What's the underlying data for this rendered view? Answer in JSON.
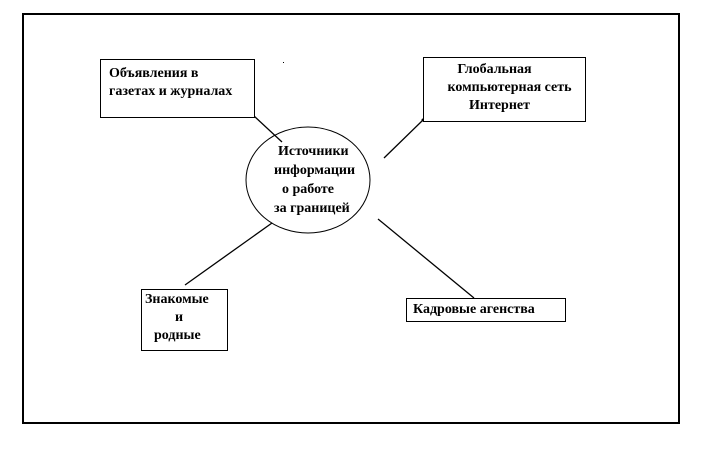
{
  "center": {
    "lines": [
      "Источники",
      "информации",
      "о работе",
      "за границей"
    ]
  },
  "nodes": {
    "ads": [
      "Объявления в",
      "газетах и журналах"
    ],
    "internet": [
      "Глобальная",
      "компьютерная сеть",
      "Интернет"
    ],
    "friends": [
      "Знакомые",
      "и",
      "родные"
    ],
    "agencies": [
      "Кадровые агенства"
    ]
  }
}
